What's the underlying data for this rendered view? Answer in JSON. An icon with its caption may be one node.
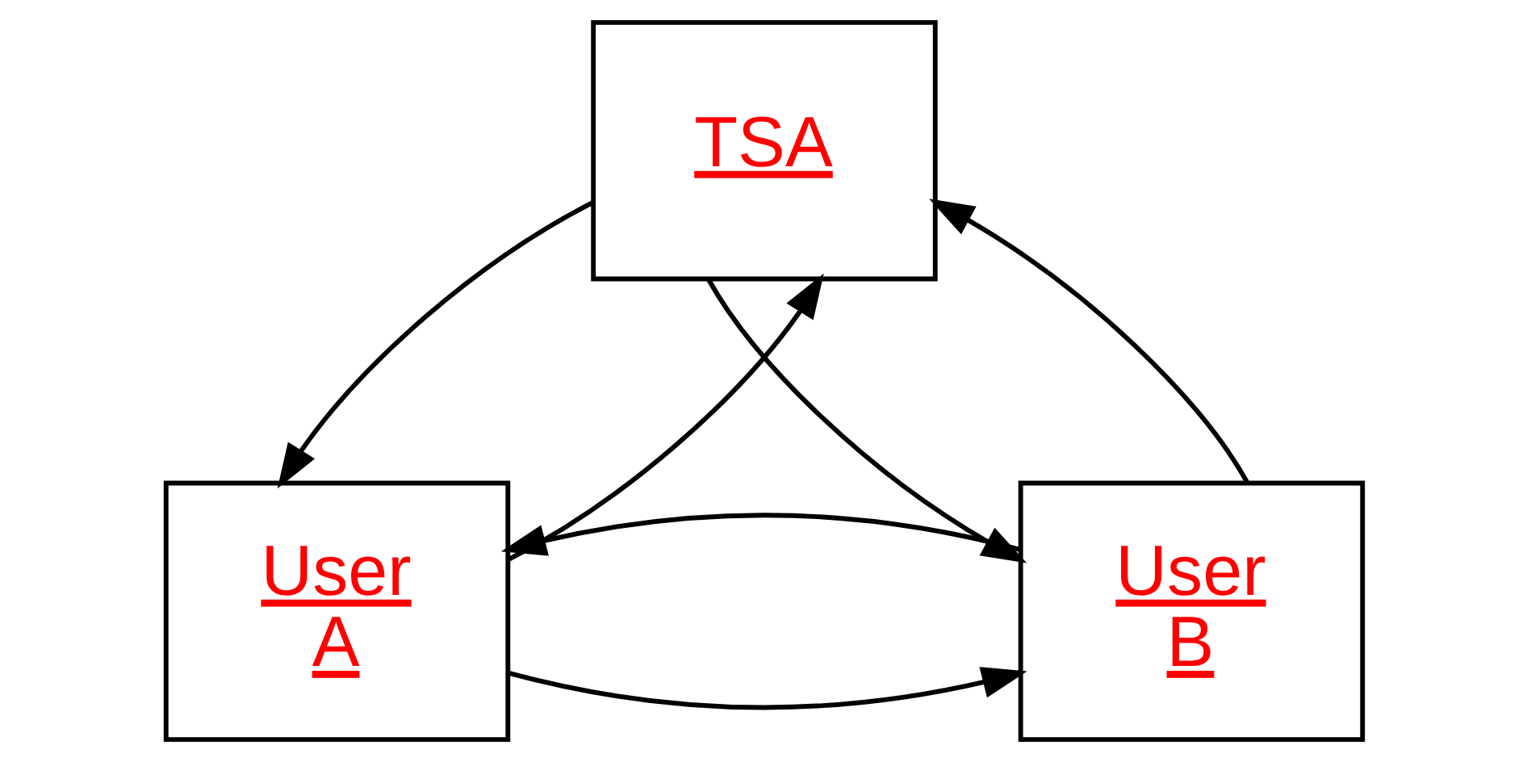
{
  "diagram": {
    "nodes": [
      {
        "text": [
          "TSA"
        ]
      },
      {
        "text": [
          "User A"
        ]
      },
      {
        "text": [
          "User B"
        ]
      }
    ],
    "edges": [
      {
        "from": 1,
        "to": 0,
        "arrow": "to"
      },
      {
        "from": 0,
        "to": 1,
        "arrow": "to"
      },
      {
        "from": 0,
        "to": 2,
        "arrow": "to"
      },
      {
        "from": 2,
        "to": 0,
        "arrow": "to"
      },
      {
        "from": 1,
        "to": 2,
        "arrow": "to"
      },
      {
        "from": 2,
        "to": 1,
        "arrow": "to"
      }
    ]
  }
}
